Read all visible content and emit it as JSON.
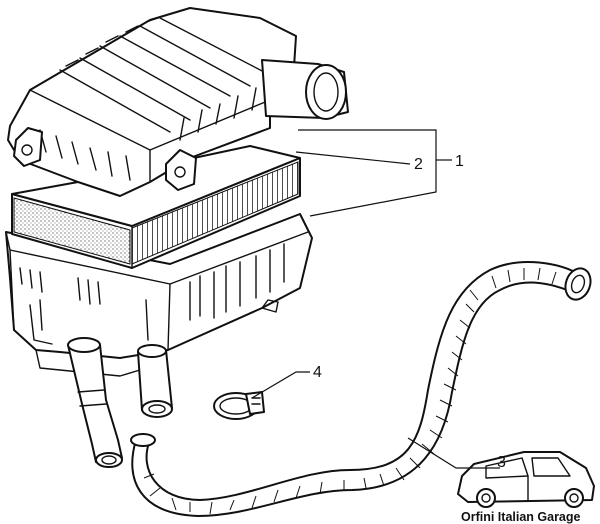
{
  "callouts": [
    {
      "id": "1",
      "label": "1"
    },
    {
      "id": "2",
      "label": "2"
    },
    {
      "id": "3",
      "label": "3"
    },
    {
      "id": "4",
      "label": "4"
    }
  ],
  "watermark": "Orfini Italian Garage",
  "colors": {
    "line": "#111111",
    "background": "#ffffff"
  }
}
